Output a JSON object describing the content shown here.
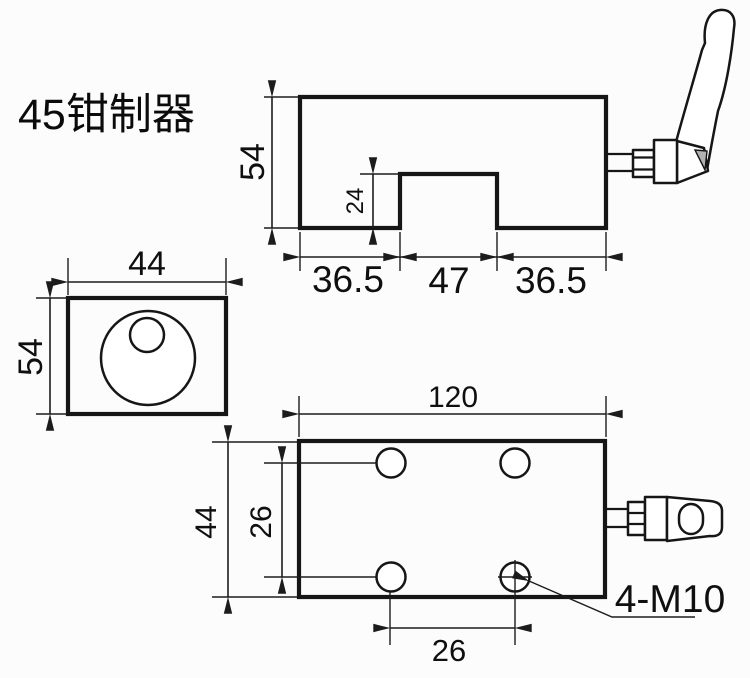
{
  "title": "45钳制器",
  "colors": {
    "line": "#161616",
    "background": "#fcfcfc",
    "shade": "#b2b2b2",
    "knob_fill": "#ededed"
  },
  "drawing": {
    "front_view": {
      "dim_height": "54",
      "dim_notch_depth": "24",
      "dim_left_leg": "36.5",
      "dim_slot_width": "47",
      "dim_right_leg": "36.5"
    },
    "side_view": {
      "dim_width": "44",
      "dim_height": "54"
    },
    "top_view": {
      "dim_length": "120",
      "dim_width": "44",
      "dim_hole_pitch_vertical": "26",
      "dim_hole_pitch_horizontal": "26",
      "hole_callout": "4-M10"
    }
  }
}
